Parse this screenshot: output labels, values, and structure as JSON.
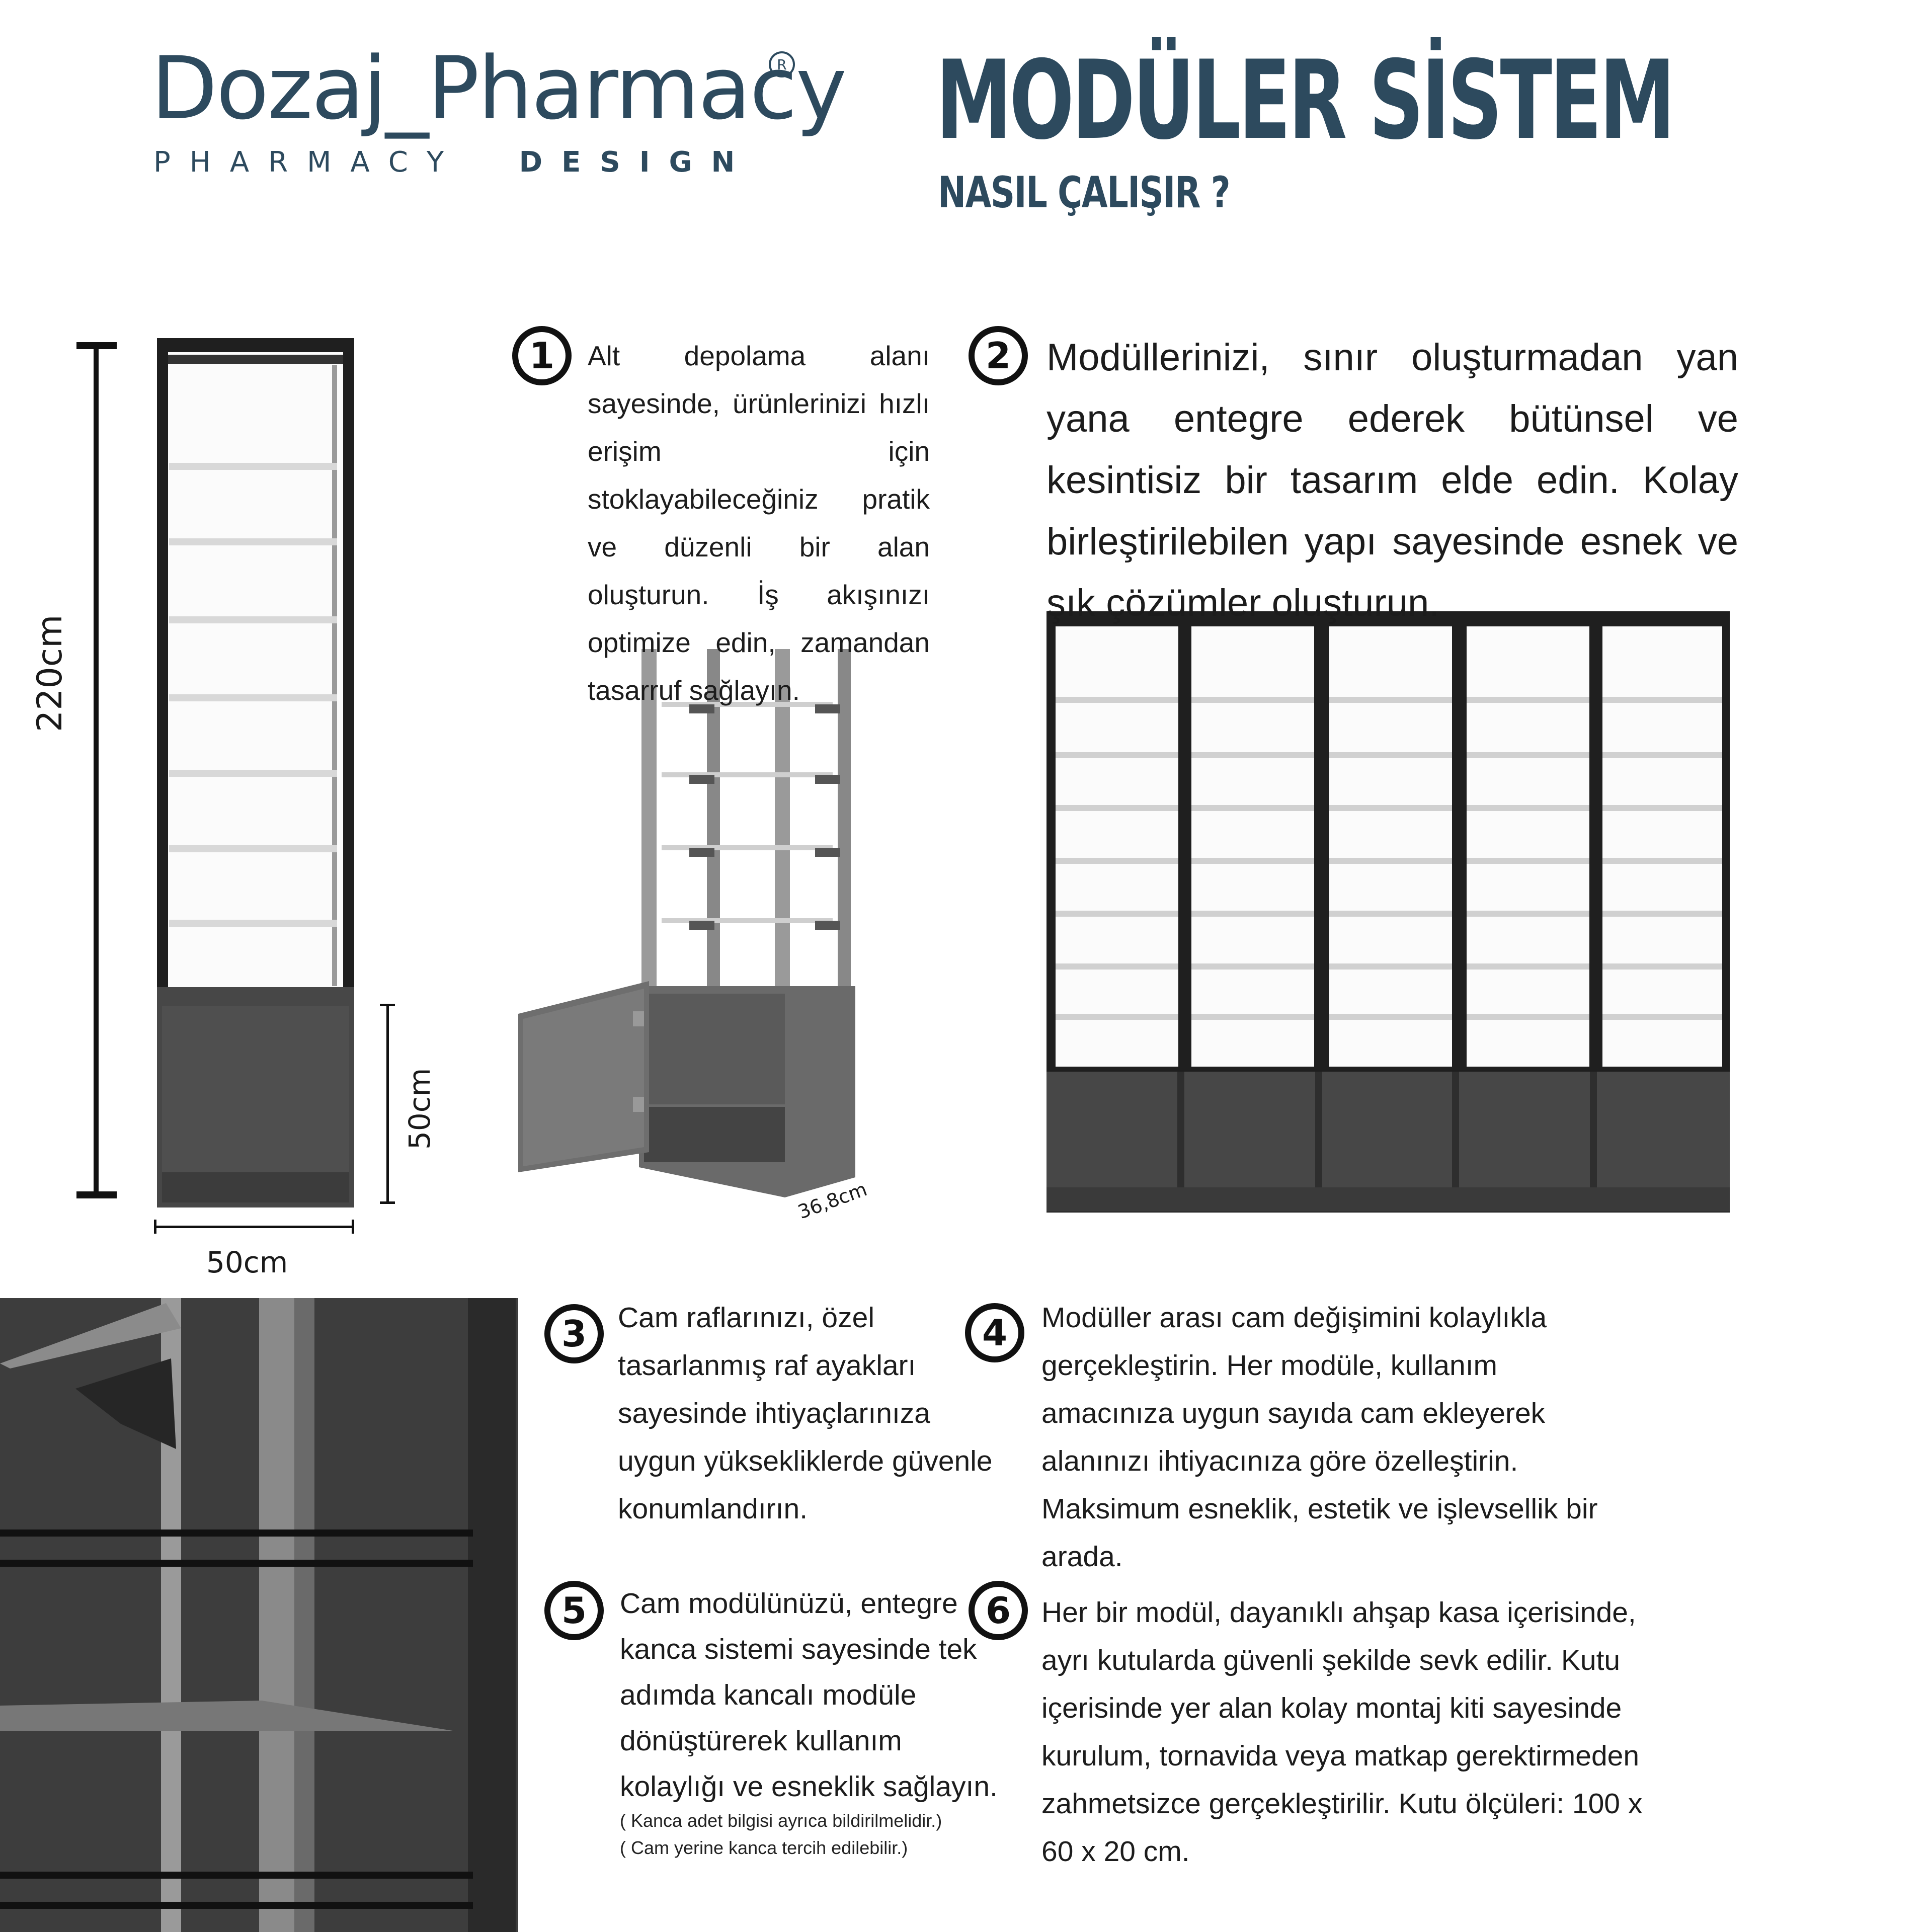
{
  "brand": {
    "name": "Dozaj_Pharmacy",
    "registered": "R",
    "tagline_light": "PHARMACY",
    "tagline_bold": "DESIGN"
  },
  "header": {
    "title": "MODÜLER SİSTEM",
    "subtitle": "NASIL ÇALIŞIR ?"
  },
  "dimensions": {
    "height": "220cm",
    "width": "50cm",
    "cabinet_height": "50cm",
    "depth": "36,8cm"
  },
  "steps": [
    {
      "number": "1",
      "text": "Alt depolama alanı sayesinde, ürünlerinizi hızlı erişim için stoklayabileceğiniz pratik ve düzenli bir alan oluşturun. İş akışınızı optimize edin, zamandan tasarruf sağlayın."
    },
    {
      "number": "2",
      "text": "Modüllerinizi, sınır oluşturmadan yan yana entegre ederek bütünsel ve kesintisiz bir tasarım elde edin. Kolay birleştirilebilen yapı sayesinde esnek ve şık çözümler oluşturun."
    },
    {
      "number": "3",
      "text": "Cam raflarınızı, özel tasarlanmış raf ayakları sayesinde ihtiyaçlarınıza uygun yüksekliklerde güvenle konumlandırın."
    },
    {
      "number": "4",
      "text": "Modüller arası cam değişimini kolaylıkla gerçekleştirin. Her modüle, kullanım amacınıza uygun sayıda cam ekleyerek alanınızı ihtiyacınıza göre özelleştirin. Maksimum esneklik, estetik ve işlevsellik bir arada."
    },
    {
      "number": "5",
      "text": "Cam modülünüzü, entegre kanca sistemi sayesinde tek adımda kancalı modüle dönüştürerek kullanım kolaylığı ve esneklik sağlayın.",
      "note1": "( Kanca adet bilgisi ayrıca bildirilmelidir.)",
      "note2": "( Cam yerine kanca tercih edilebilir.)"
    },
    {
      "number": "6",
      "text": "Her bir modül, dayanıklı ahşap kasa içerisinde, ayrı kutularda güvenli şekilde sevk edilir. Kutu içerisinde yer alan kolay montaj kiti sayesinde kurulum, tornavida veya matkap gerektirmeden zahmetsizce gerçekleştirilir. Kutu ölçüleri: 100 x 60 x 20 cm."
    }
  ],
  "colors": {
    "brand_blue": "#2d4a5e",
    "frame_black": "#1f1f1f",
    "cabinet_grey": "#474747"
  }
}
